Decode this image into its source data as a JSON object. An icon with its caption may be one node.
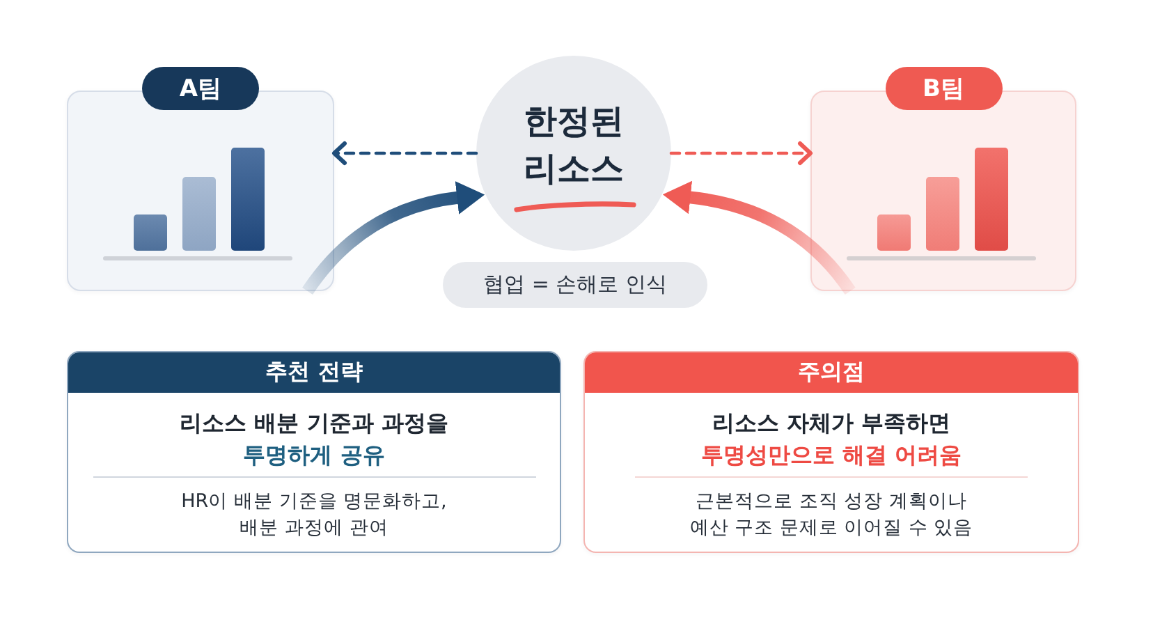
{
  "diagram": {
    "nodes": [
      {
        "text": [
          "A팀"
        ]
      },
      {
        "text": [
          "한정된 리소스"
        ]
      },
      {
        "text": [
          "B팀"
        ]
      },
      {
        "text": [
          "협업 = 손해로 인식"
        ]
      },
      {
        "text": [
          "추천 전략",
          "리소스 배분 기준과 과정을",
          "투명하게 공유",
          "HR이 배분 기준을 명문화하고, 배분 과정에 관여"
        ]
      },
      {
        "text": [
          "주의점",
          "리소스 자체가 부족하면",
          "투명성만으로 해결 어려움",
          "근본적으로 조직 성장 계획이나 예산 구조 문제로 이어질 수 있음"
        ]
      }
    ],
    "edges": [
      {
        "from": 1,
        "to": 0,
        "arrow": "to",
        "style": "dashed"
      },
      {
        "from": 1,
        "to": 2,
        "arrow": "to",
        "style": "dashed",
        "color": "#ef5b55"
      },
      {
        "from": 0,
        "to": 1,
        "arrow": "to",
        "style": "thick"
      },
      {
        "from": 2,
        "to": 1,
        "arrow": "to",
        "style": "thick",
        "color": "#ef5b55"
      }
    ]
  }
}
